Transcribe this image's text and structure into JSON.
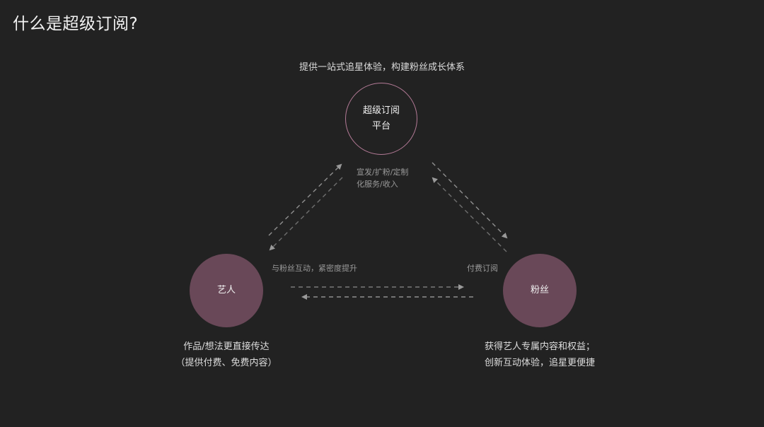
{
  "page": {
    "title": "什么是超级订阅?",
    "tagline": "提供一站式追星体验，构建粉丝成长体系"
  },
  "nodes": {
    "platform": {
      "line1": "超级订阅",
      "line2": "平台",
      "style": "outline",
      "stroke_color": "#b37a96"
    },
    "artist": {
      "label": "艺人",
      "fill_color": "#694858"
    },
    "fan": {
      "label": "粉丝",
      "fill_color": "#694858"
    }
  },
  "edges": {
    "artist_platform": {
      "label_line1": "宣发/扩粉/定制",
      "label_line2": "化服务/收入"
    },
    "artist_fan": {
      "label": "与粉丝互动，紧密度提升"
    },
    "fan_artist": {
      "label": "付费订阅"
    }
  },
  "descriptions": {
    "artist": {
      "line1": "作品/想法更直接传达",
      "line2": "（提供付费、免费内容）"
    },
    "fan": {
      "line1": "获得艺人专属内容和权益；",
      "line2": "创新互动体验，追星更便捷"
    }
  },
  "colors": {
    "background": "#222222",
    "arrow": "#8a8a8a",
    "accent": "#b37a96"
  }
}
